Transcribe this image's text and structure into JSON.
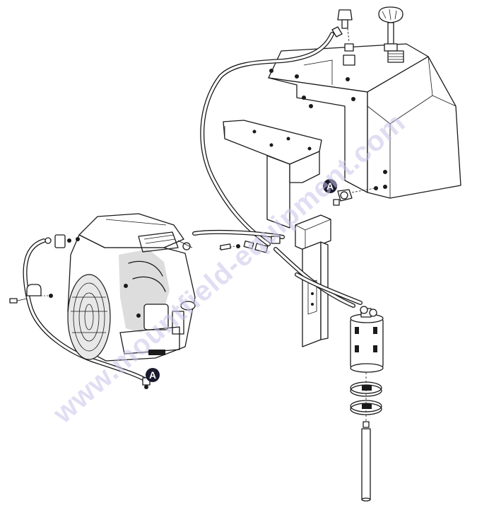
{
  "callouts": [
    {
      "id": "A-tank",
      "label": "A"
    },
    {
      "id": "A-engine",
      "label": "A"
    }
  ],
  "watermark": {
    "text": "www.mountfield-equipment.com"
  },
  "colors": {
    "line": "#1a1a1a",
    "callout_fill": "#1a1a2e",
    "watermark": "#c9c4ea"
  }
}
